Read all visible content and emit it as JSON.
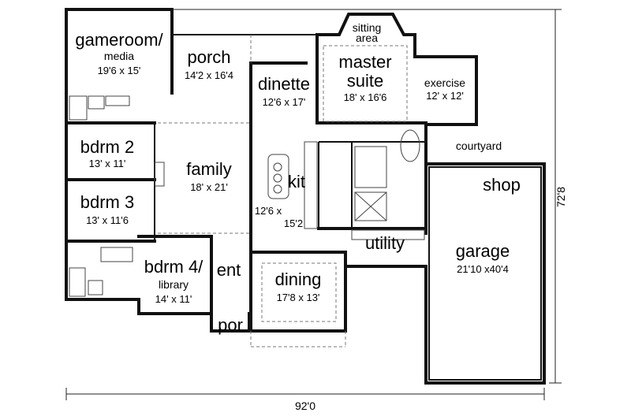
{
  "rooms": {
    "gameroom": {
      "name": "gameroom/",
      "sub": "media",
      "size": "19'6 x 15'"
    },
    "porch": {
      "name": "porch",
      "size": "14'2 x 16'4"
    },
    "dinette": {
      "name": "dinette",
      "size": "12'6 x 17'"
    },
    "sitting": {
      "line1": "sitting",
      "line2": "area"
    },
    "master": {
      "name": "master",
      "sub": "suite",
      "size": "18' x 16'6"
    },
    "exercise": {
      "name": "exercise",
      "size": "12' x 12'"
    },
    "courtyard": {
      "name": "courtyard"
    },
    "bdrm2": {
      "name": "bdrm 2",
      "size": "13' x 11'"
    },
    "family": {
      "name": "family",
      "size": "18' x 21'"
    },
    "kit": {
      "name": "kit",
      "size1": "12'6 x",
      "size2": "15'2"
    },
    "shop": {
      "name": "shop"
    },
    "bdrm3": {
      "name": "bdrm 3",
      "size": "13' x 11'6"
    },
    "utility": {
      "name": "utility"
    },
    "garage": {
      "name": "garage",
      "size": "21'10 x40'4"
    },
    "bdrm4": {
      "name": "bdrm 4/",
      "sub": "library",
      "size": "14' x 11'"
    },
    "ent": {
      "name": "ent"
    },
    "dining": {
      "name": "dining",
      "size": "17'8 x 13'"
    },
    "por": {
      "name": "por"
    }
  },
  "dimensions": {
    "width": "92'0",
    "depth": "72'8"
  }
}
